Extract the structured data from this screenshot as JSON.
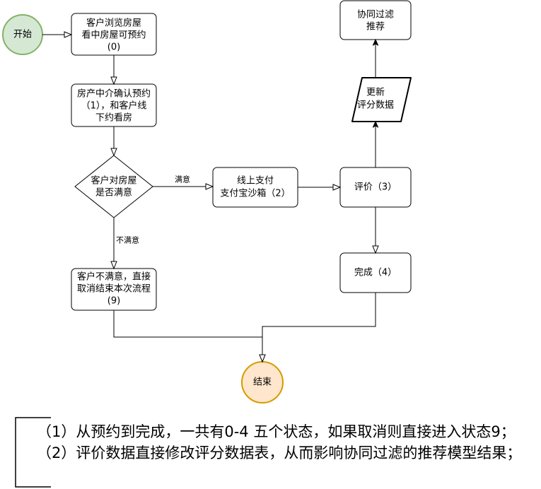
{
  "diagram": {
    "nodes": {
      "start": {
        "lines": [
          "开始"
        ]
      },
      "browse": {
        "lines": [
          "客户浏览房屋",
          "看中房屋可预约",
          "(0)"
        ]
      },
      "confirm": {
        "lines": [
          "房产中介确认预约",
          "（1），和客户线",
          "下约看房"
        ]
      },
      "decision": {
        "lines": [
          "客户对房屋",
          "是否满意"
        ]
      },
      "pay": {
        "lines": [
          "线上支付",
          "支付宝沙箱（2）"
        ]
      },
      "rate": {
        "lines": [
          "评价（3）"
        ]
      },
      "update": {
        "lines": [
          "更新",
          "评分数据"
        ]
      },
      "recommend": {
        "lines": [
          "协同过滤",
          "推荐"
        ]
      },
      "complete": {
        "lines": [
          "完成（4）"
        ]
      },
      "cancel": {
        "lines": [
          "客户不满意，直接",
          "取消结束本次流程",
          "(9)"
        ]
      },
      "end": {
        "lines": [
          "结束"
        ]
      }
    },
    "edges": {
      "decision_to_pay": {
        "label": "满意"
      },
      "decision_to_cancel": {
        "label": "不满意"
      }
    }
  },
  "notes": {
    "lines": [
      "（1）从预约到完成，一共有0-4 五个状态，如果取消则直接进入状态9；",
      "（2）评价数据直接修改评分数据表，从而影响协同过滤的推荐模型结果；"
    ]
  },
  "colors": {
    "start_fill": "#d5e8d4",
    "start_stroke": "#82b366",
    "end_fill": "#ffe6cc",
    "end_stroke": "#d79b00"
  }
}
